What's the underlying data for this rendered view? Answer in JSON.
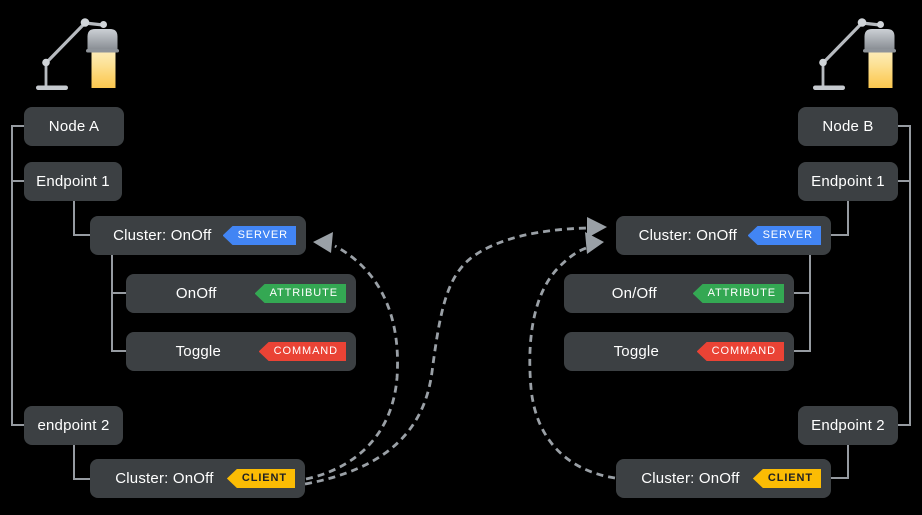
{
  "colors": {
    "background": "#000000",
    "box": "#3c4043",
    "box_text": "#ffffff",
    "connector_line": "#969ba1",
    "flow_arrow": "#9aa0a6",
    "badge_server": "#4285f4",
    "badge_attribute": "#34a853",
    "badge_command": "#ea4335",
    "badge_client": "#fbbc04",
    "badge_client_text": "#202124"
  },
  "icons": {
    "left_lamp": "desk-lamp-icon",
    "right_lamp": "desk-lamp-icon"
  },
  "nodes": {
    "left": {
      "node": "Node A",
      "endpoint1": "Endpoint 1",
      "cluster_server": {
        "label": "Cluster: OnOff",
        "badge": "SERVER"
      },
      "attribute": {
        "label": "OnOff",
        "badge": "ATTRIBUTE"
      },
      "command": {
        "label": "Toggle",
        "badge": "COMMAND"
      },
      "endpoint2": "endpoint 2",
      "cluster_client": {
        "label": "Cluster: OnOff",
        "badge": "CLIENT"
      }
    },
    "right": {
      "node": "Node B",
      "endpoint1": "Endpoint 1",
      "cluster_server": {
        "label": "Cluster: OnOff",
        "badge": "SERVER"
      },
      "attribute": {
        "label": "On/Off",
        "badge": "ATTRIBUTE"
      },
      "command": {
        "label": "Toggle",
        "badge": "COMMAND"
      },
      "endpoint2": "Endpoint 2",
      "cluster_client": {
        "label": "Cluster: OnOff",
        "badge": "CLIENT"
      }
    }
  },
  "connections": [
    {
      "from": "left.cluster_client",
      "to": "left.cluster_server",
      "style": "dashed-arrow"
    },
    {
      "from": "left.cluster_client",
      "to": "right.cluster_server",
      "style": "dashed-arrow"
    },
    {
      "from": "right.cluster_client",
      "to": "right.cluster_server",
      "style": "dashed-arrow"
    }
  ]
}
